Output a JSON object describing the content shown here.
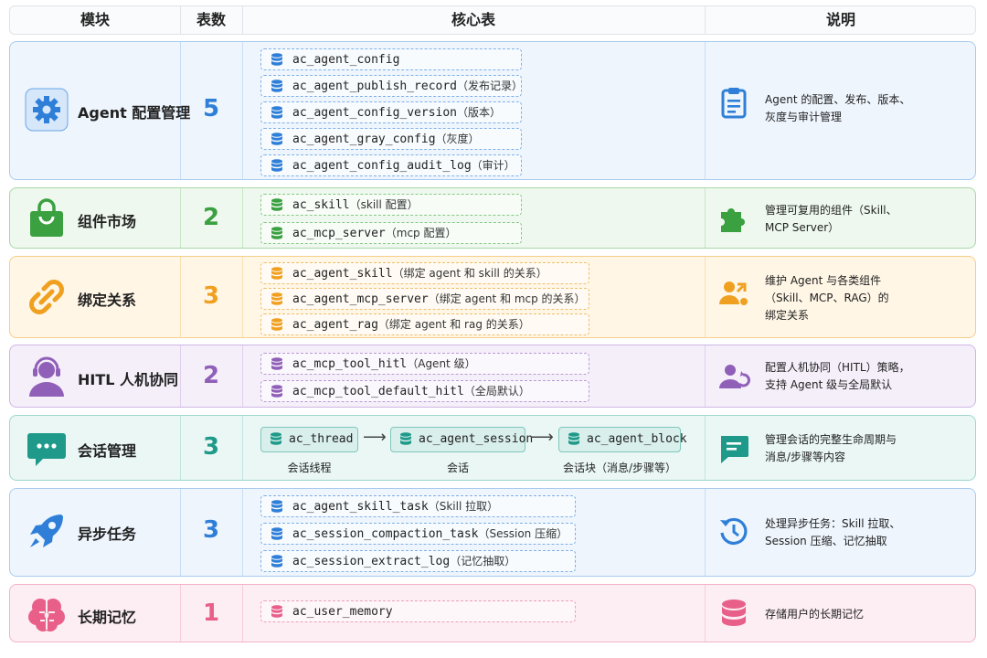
{
  "header": {
    "module": "模块",
    "count": "表数",
    "tables": "核心表",
    "desc": "说明"
  },
  "rows": [
    {
      "name": "Agent 配置管理",
      "count": "5",
      "icon": "gear-icon",
      "color": "#2f7fd8",
      "tables": [
        {
          "code": "ac_agent_config",
          "note": ""
        },
        {
          "code": "ac_agent_publish_record",
          "note": "（发布记录）"
        },
        {
          "code": "ac_agent_config_version",
          "note": "（版本）"
        },
        {
          "code": "ac_agent_gray_config",
          "note": "（灰度）"
        },
        {
          "code": "ac_agent_config_audit_log",
          "note": "（审计）"
        }
      ],
      "desc_icon": "clipboard-icon",
      "desc": [
        "Agent 的配置、发布、版本、",
        "灰度与审计管理"
      ]
    },
    {
      "name": "组件市场",
      "count": "2",
      "icon": "shopping-bag-icon",
      "color": "#3aa040",
      "tables": [
        {
          "code": "ac_skill",
          "note": "（skill 配置）"
        },
        {
          "code": "ac_mcp_server",
          "note": "（mcp 配置）"
        }
      ],
      "desc_icon": "puzzle-icon",
      "desc": [
        "管理可复用的组件（Skill、",
        "MCP Server）"
      ]
    },
    {
      "name": "绑定关系",
      "count": "3",
      "icon": "link-icon",
      "color": "#f0a020",
      "tables": [
        {
          "code": "ac_agent_skill",
          "note": "（绑定 agent 和 skill 的关系）"
        },
        {
          "code": "ac_agent_mcp_server",
          "note": "（绑定 agent 和 mcp 的关系）"
        },
        {
          "code": "ac_agent_rag",
          "note": "（绑定 agent 和 rag 的关系）"
        }
      ],
      "desc_icon": "user-share-icon",
      "desc": [
        "维护 Agent 与各类组件",
        "（Skill、MCP、RAG）的",
        "绑定关系"
      ]
    },
    {
      "name": "HITL 人机协同",
      "count": "2",
      "icon": "headset-user-icon",
      "color": "#9060b8",
      "tables": [
        {
          "code": "ac_mcp_tool_hitl",
          "note": "（Agent 级）"
        },
        {
          "code": "ac_mcp_tool_default_hitl",
          "note": "（全局默认）"
        }
      ],
      "desc_icon": "user-sync-icon",
      "desc": [
        "配置人机协同（HITL）策略，",
        "支持 Agent 级与全局默认"
      ]
    },
    {
      "name": "会话管理",
      "count": "3",
      "icon": "chat-bubble-icon",
      "color": "#1f9a8a",
      "flow": [
        {
          "code": "ac_thread",
          "caption": "会话线程"
        },
        {
          "code": "ac_agent_session",
          "caption": "会话"
        },
        {
          "code": "ac_agent_block",
          "caption": "会话块（消息/步骤等）"
        }
      ],
      "desc_icon": "message-icon",
      "desc": [
        "管理会话的完整生命周期与",
        "消息/步骤等内容"
      ]
    },
    {
      "name": "异步任务",
      "count": "3",
      "icon": "rocket-icon",
      "color": "#2f7fd8",
      "tables": [
        {
          "code": "ac_agent_skill_task",
          "note": "（Skill 拉取）"
        },
        {
          "code": "ac_session_compaction_task",
          "note": "（Session 压缩）"
        },
        {
          "code": "ac_session_extract_log",
          "note": "（记忆抽取）"
        }
      ],
      "desc_icon": "history-icon",
      "desc": [
        "处理异步任务：Skill 拉取、",
        "Session 压缩、记忆抽取"
      ]
    },
    {
      "name": "长期记忆",
      "count": "1",
      "icon": "brain-icon",
      "color": "#e8608a",
      "tables": [
        {
          "code": "ac_user_memory",
          "note": ""
        }
      ],
      "desc_icon": "database-icon",
      "desc": [
        "存储用户的长期记忆"
      ]
    }
  ]
}
